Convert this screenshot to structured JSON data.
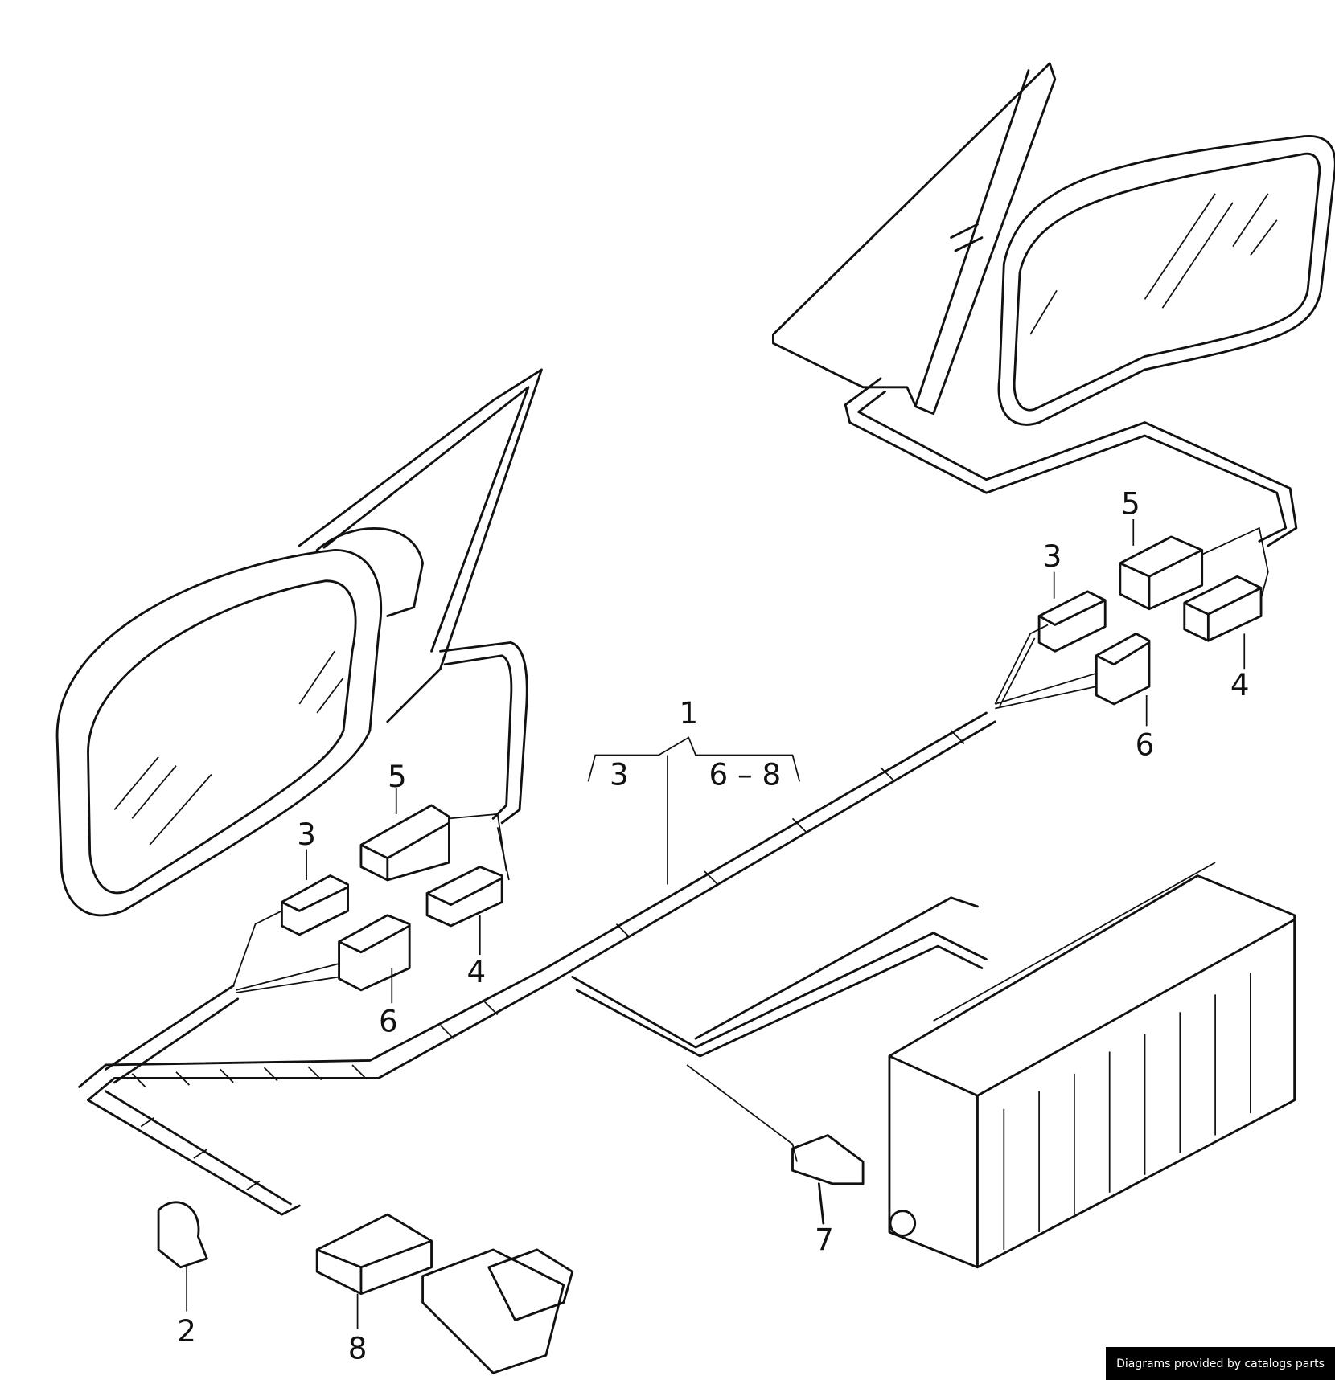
{
  "diagram": {
    "callouts": {
      "harness": "1",
      "harness_left": "3",
      "harness_right": "6 – 8",
      "clip": "2",
      "connector_8": "8",
      "connector_7": "7",
      "left_mirror": {
        "c5": "5",
        "c3": "3",
        "c4": "4",
        "c6": "6"
      },
      "right_mirror": {
        "c5": "5",
        "c3": "3",
        "c4": "4",
        "c6": "6"
      }
    }
  },
  "footer": {
    "credit": "Diagrams provided by catalogs parts"
  }
}
